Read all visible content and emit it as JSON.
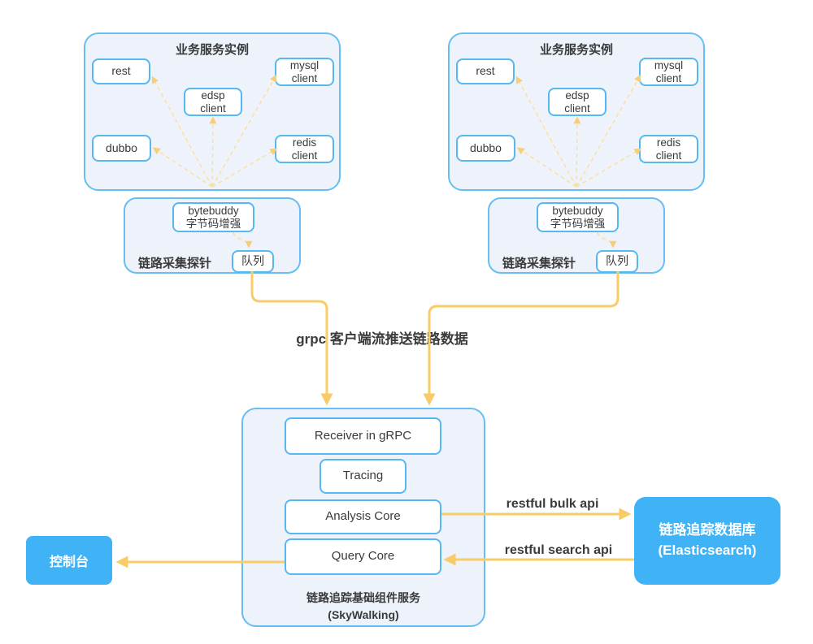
{
  "groups": [
    {
      "panel_title": "业务服务实例",
      "nodes": {
        "rest": "rest",
        "dubbo": "dubbo",
        "edsp": "edsp\nclient",
        "mysql": "mysql\nclient",
        "redis": "redis\nclient"
      },
      "probe": {
        "bytebuddy": "bytebuddy\n字节码增强",
        "label": "链路采集探针",
        "queue": "队列"
      }
    },
    {
      "panel_title": "业务服务实例",
      "nodes": {
        "rest": "rest",
        "dubbo": "dubbo",
        "edsp": "edsp\nclient",
        "mysql": "mysql\nclient",
        "redis": "redis\nclient"
      },
      "probe": {
        "bytebuddy": "bytebuddy\n字节码增强",
        "label": "链路采集探针",
        "queue": "队列"
      }
    }
  ],
  "flow": {
    "grpc_label": "grpc 客户端流推送链路数据"
  },
  "skywalking": {
    "receiver": "Receiver in gRPC",
    "tracing": "Tracing",
    "analysis": "Analysis Core",
    "query": "Query Core",
    "caption": "链路追踪基础组件服务\n(SkyWalking)"
  },
  "storage": {
    "bulk_api_label": "restful bulk api",
    "search_api_label": "restful search api",
    "database": "链路追踪数据库\n(Elasticsearch)"
  },
  "console": {
    "label": "控制台"
  },
  "colors": {
    "panel_fill": "#EEF3FB",
    "panel_border": "#66BEF2",
    "node_border": "#55B8F0",
    "solid_blue": "#3FB3F5",
    "line_yellow": "#F8CC66",
    "dashed_yellow": "#FADF9F",
    "arrowhead_yellow": "#F6C45C",
    "text_dark": "#3A3A3A",
    "text_white": "#FFFFFF"
  }
}
